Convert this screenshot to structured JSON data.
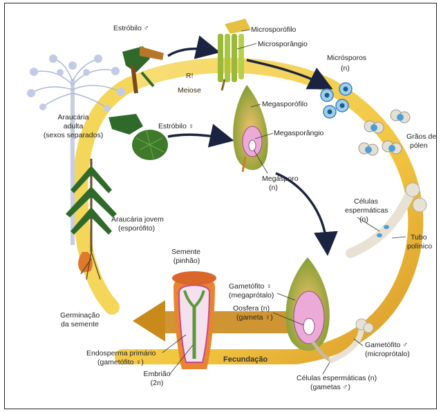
{
  "diagram": {
    "labels": {
      "estrobilo_m": "Estróbilo ♂",
      "microsporofilo": "Microsporófilo",
      "microsporangio": "Microsporângio",
      "microsporos": "Micrósporos",
      "microsporos_n": "(n)",
      "ri": "R!",
      "meiose": "Meiose",
      "araucaria_adulta_1": "Araucária",
      "araucaria_adulta_2": "adulta",
      "araucaria_adulta_3": "(sexos separados)",
      "megasporofilo": "Megasporófilo",
      "estrobilo_f": "Estróbilo ♀",
      "megasporangio": "Megasporângio",
      "graos_1": "Grãos de",
      "graos_2": "pólen",
      "megasporo_1": "Megásporo",
      "megasporo_2": "(n)",
      "celulas_1": "Células",
      "celulas_2": "espermáticas",
      "celulas_3": "(n)",
      "araucaria_jovem_1": "Araucária jovem",
      "araucaria_jovem_2": "(esporófito)",
      "tubo_1": "Tubo",
      "tubo_2": "polínico",
      "semente_1": "Semente",
      "semente_2": "(pinhão)",
      "gametofito_f_1": "Gametófito ♀",
      "gametofito_f_2": "(megaprótalo)",
      "oosfera_1": "Oosfera (n)",
      "oosfera_2": "(gameta ♀)",
      "germinacao_1": "Germinação",
      "germinacao_2": "da semente",
      "endosperma_1": "Endosperma primário",
      "endosperma_2": "(gametófito ♀)",
      "embriao_1": "Embrião",
      "embriao_2": "(2n)",
      "fecundacao": "Fecundação",
      "gametofito_m_1": "Gametófito ♂",
      "gametofito_m_2": "(microprótalo)",
      "celulas_gametas_1": "Células espermáticas (n)",
      "celulas_gametas_2": "(gametas ♂)"
    },
    "colors": {
      "cycle": "#f2c640",
      "cycle_dark": "#c98a1c",
      "plant_green": "#3f7a2a",
      "seed_orange": "#e07a2a",
      "pink": "#e6a7d6",
      "pollen_blue": "#4a9fd6"
    }
  }
}
